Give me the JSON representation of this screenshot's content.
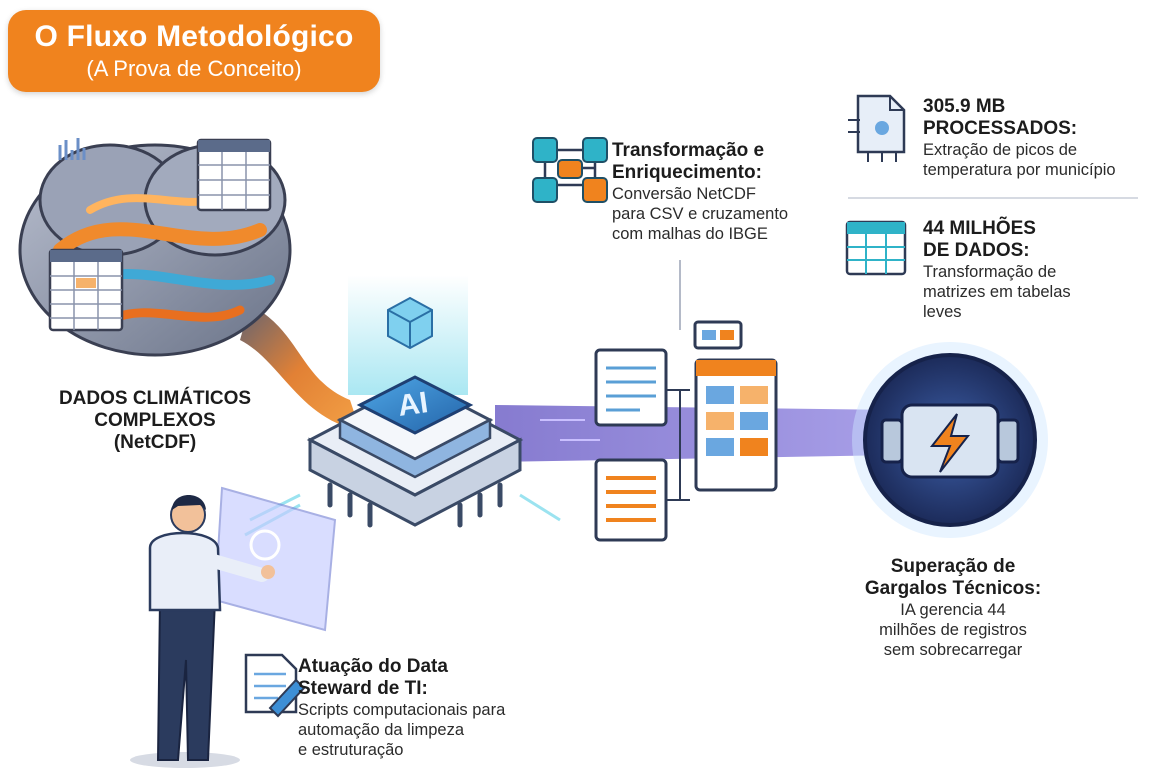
{
  "title": {
    "main": "O Fluxo Metodológico",
    "sub": "(A Prova de Conceito)"
  },
  "source": {
    "line1": "DADOS CLIMÁTICOS",
    "line2": "COMPLEXOS",
    "line3": "(NetCDF)"
  },
  "chip": {
    "label": "AI"
  },
  "transform": {
    "heading1": "Transformação e",
    "heading2": "Enriquecimento:",
    "body1": "Conversão NetCDF",
    "body2": "para CSV e cruzamento",
    "body3": "com malhas do IBGE"
  },
  "stat_size": {
    "heading1": "305.9 MB",
    "heading2": "PROCESSADOS:",
    "body1": "Extração de picos de",
    "body2": "temperatura por município"
  },
  "stat_count": {
    "heading1": "44 MILHÕES",
    "heading2": "DE DADOS:",
    "body1": "Transformação de",
    "body2": "matrizes em tabelas",
    "body3": "leves"
  },
  "outcome": {
    "heading1": "Superação de",
    "heading2": "Gargalos Técnicos:",
    "body1": "IA gerencia 44",
    "body2": "milhões de registros",
    "body3": "sem sobrecarregar"
  },
  "steward": {
    "heading1": "Atuação do Data",
    "heading2": "Steward de TI:",
    "body1": "Scripts computacionais para",
    "body2": "automação da limpeza",
    "body3": "e estruturação"
  },
  "colors": {
    "accent_orange": "#f0831e",
    "flow_purple": "#6d5fc9",
    "chip_blue": "#3d8fd6",
    "teal": "#2fb3c8",
    "navy": "#1f2f5c"
  }
}
